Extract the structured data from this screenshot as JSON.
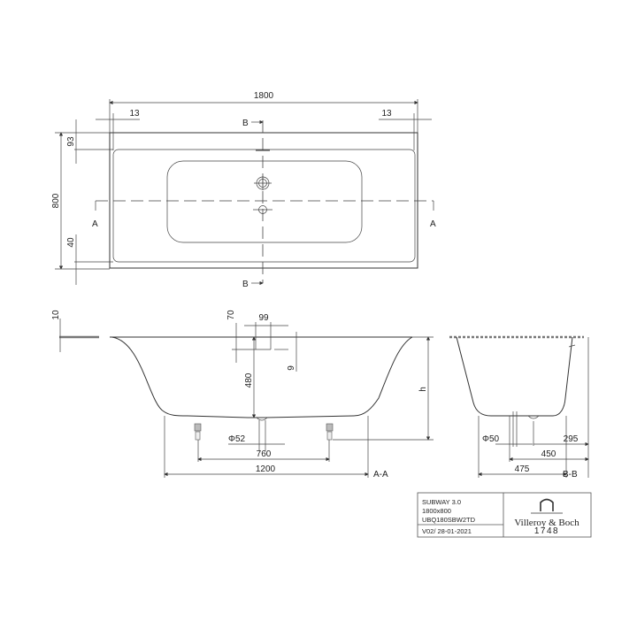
{
  "top_view": {
    "width_label": "1800",
    "left_rim_label": "13",
    "right_rim_label": "13",
    "depth_label": "800",
    "back_rim_label": "93",
    "front_rim_label": "40",
    "section_a_label": "A",
    "section_b_label": "B"
  },
  "section_aa": {
    "rim_thickness_label": "10",
    "overflow_offset_label": "70",
    "overflow_width_label": "99",
    "overflow_height_label": "9",
    "depth_label": "480",
    "height_label": "h",
    "drain_diameter_label": "Φ52",
    "feet_spacing_label": "760",
    "bottom_length_label": "1200",
    "section_name": "A-A"
  },
  "section_bb": {
    "drain_diameter_label": "Φ50",
    "drain_offset_label": "295",
    "outlet_offset_label": "450",
    "bottom_width_label": "475",
    "section_name": "B-B"
  },
  "title_block": {
    "product": "SUBWAY 3.0",
    "size": "1800x800",
    "article": "UBQ180SBW2TD",
    "version": "V02/ 28-01-2021",
    "brand": "Villeroy & Boch",
    "brand_year": "1748"
  }
}
